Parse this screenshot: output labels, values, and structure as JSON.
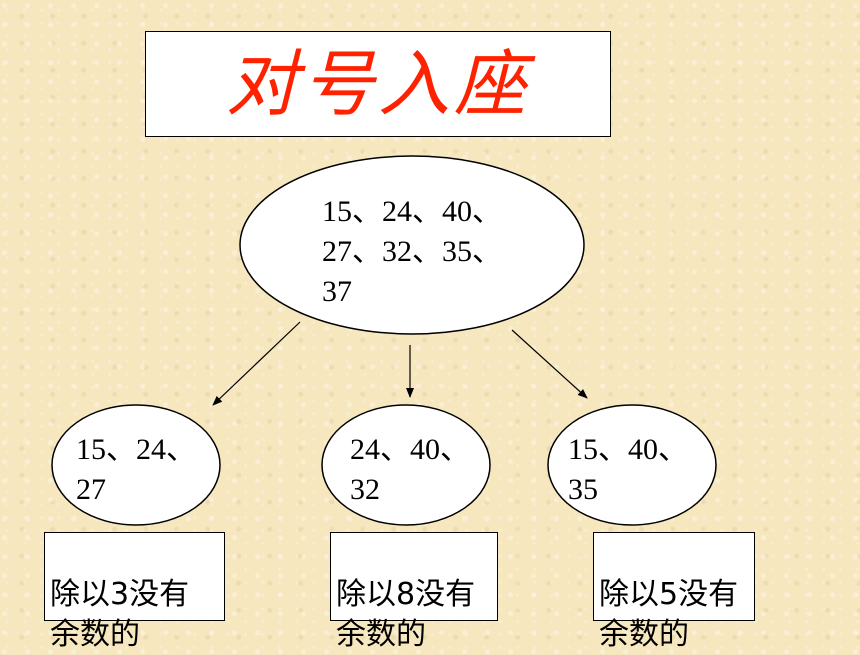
{
  "title": "对号入座",
  "colors": {
    "title": "#ff2200",
    "background": "#f6e7bf",
    "shape_fill": "#ffffff",
    "stroke": "#000000"
  },
  "source": {
    "numbers": "15、24、40、\n27、32、35、\n37"
  },
  "groups": [
    {
      "numbers": "15、24、\n27",
      "label": "除以3没有\n余数的"
    },
    {
      "numbers": "24、40、\n32",
      "label": "除以8没有\n余数的"
    },
    {
      "numbers": "15、40、\n35",
      "label": "除以5没有\n余数的"
    }
  ]
}
